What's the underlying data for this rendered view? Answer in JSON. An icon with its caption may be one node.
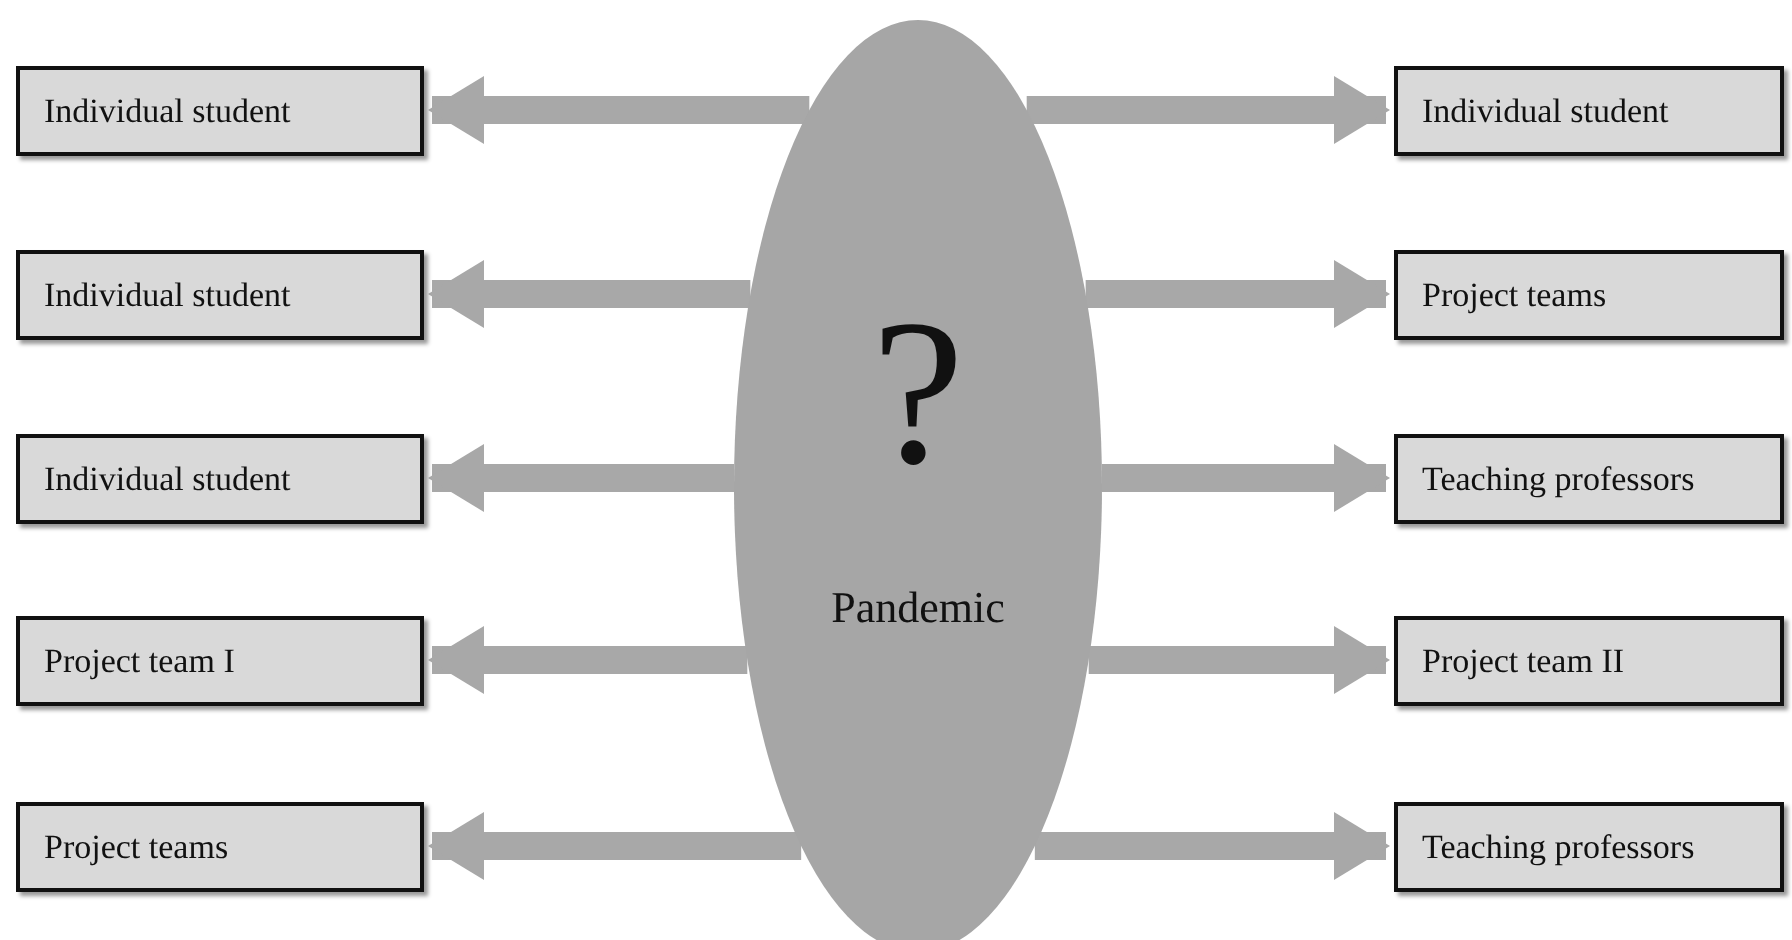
{
  "diagram": {
    "nodes": [
      {
        "text": [
          "Individual student"
        ]
      },
      {
        "text": [
          "Individual student"
        ]
      },
      {
        "text": [
          "Individual student"
        ]
      },
      {
        "text": [
          "Project teams"
        ]
      },
      {
        "text": [
          "Individual student"
        ]
      },
      {
        "text": [
          "Teaching professors"
        ]
      },
      {
        "text": [
          "Project team I"
        ]
      },
      {
        "text": [
          "Project team II"
        ]
      },
      {
        "text": [
          "Project teams"
        ]
      },
      {
        "text": [
          "Teaching professors"
        ]
      },
      {
        "text": [
          "?",
          "Pandemic"
        ]
      }
    ],
    "edges": [
      {
        "from": 10,
        "to": 0,
        "arrow": "to"
      },
      {
        "from": 10,
        "to": 1,
        "arrow": "to"
      },
      {
        "from": 10,
        "to": 2,
        "arrow": "to"
      },
      {
        "from": 10,
        "to": 3,
        "arrow": "to"
      },
      {
        "from": 10,
        "to": 4,
        "arrow": "to"
      },
      {
        "from": 10,
        "to": 5,
        "arrow": "to"
      },
      {
        "from": 10,
        "to": 6,
        "arrow": "to"
      },
      {
        "from": 10,
        "to": 7,
        "arrow": "to"
      },
      {
        "from": 10,
        "to": 8,
        "arrow": "to"
      },
      {
        "from": 10,
        "to": 9,
        "arrow": "to"
      }
    ]
  }
}
